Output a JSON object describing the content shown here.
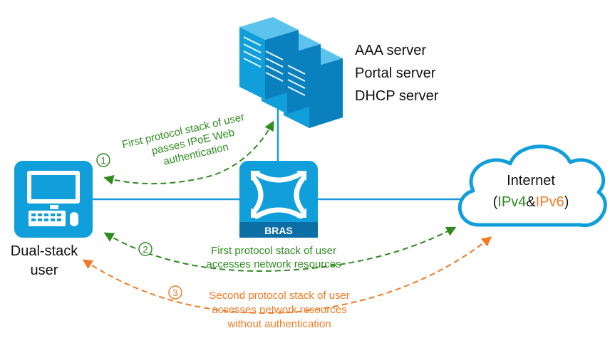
{
  "servers": {
    "labels": [
      "AAA server",
      "Portal server",
      "DHCP server"
    ]
  },
  "bras": {
    "label": "BRAS"
  },
  "user": {
    "label_line1": "Dual-stack",
    "label_line2": "user"
  },
  "internet": {
    "label": "Internet",
    "paren_open": "(",
    "ipv4": "IPv4",
    "amp": "&",
    "ipv6": "IPv6",
    "paren_close": ")"
  },
  "steps": [
    {
      "number": "1",
      "lines": [
        "First protocol stack of user",
        "passes IPoE Web",
        "authentication"
      ]
    },
    {
      "number": "2",
      "lines": [
        "First protocol stack of user",
        "accesses network resources"
      ]
    },
    {
      "number": "3",
      "lines": [
        "Second protocol stack of user",
        "accesses network resources",
        "without authentication"
      ]
    }
  ],
  "colors": {
    "device_blue": "#119fdc",
    "device_dark": "#0b6fa6",
    "green": "#2e8b1f",
    "orange": "#f07a25",
    "line": "#1a9bd7",
    "text": "#111111"
  }
}
